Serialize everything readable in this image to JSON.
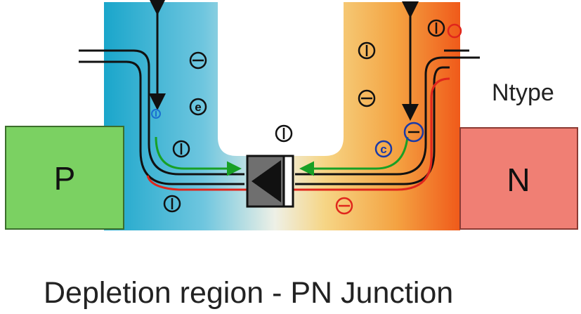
{
  "blocks": {
    "p_label": "P",
    "n_label": "N"
  },
  "labels": {
    "ntype": "Ntype"
  },
  "caption": "Depletion region - PN Junction",
  "colors": {
    "p_block": "#7bd162",
    "n_block": "#f07f74",
    "p_side": "#1fa9cc",
    "n_side": "#f2641c",
    "wire": "#111111",
    "hole_current": "#18a025",
    "electron_current": "#e0261c",
    "marker_blue": "#1a3aa8"
  },
  "charges": {
    "hole_symbol": "I",
    "electron_symbol": "e",
    "minus_symbol": "−",
    "c_symbol": "c"
  },
  "diode_icon": "diode-symbol-icon"
}
